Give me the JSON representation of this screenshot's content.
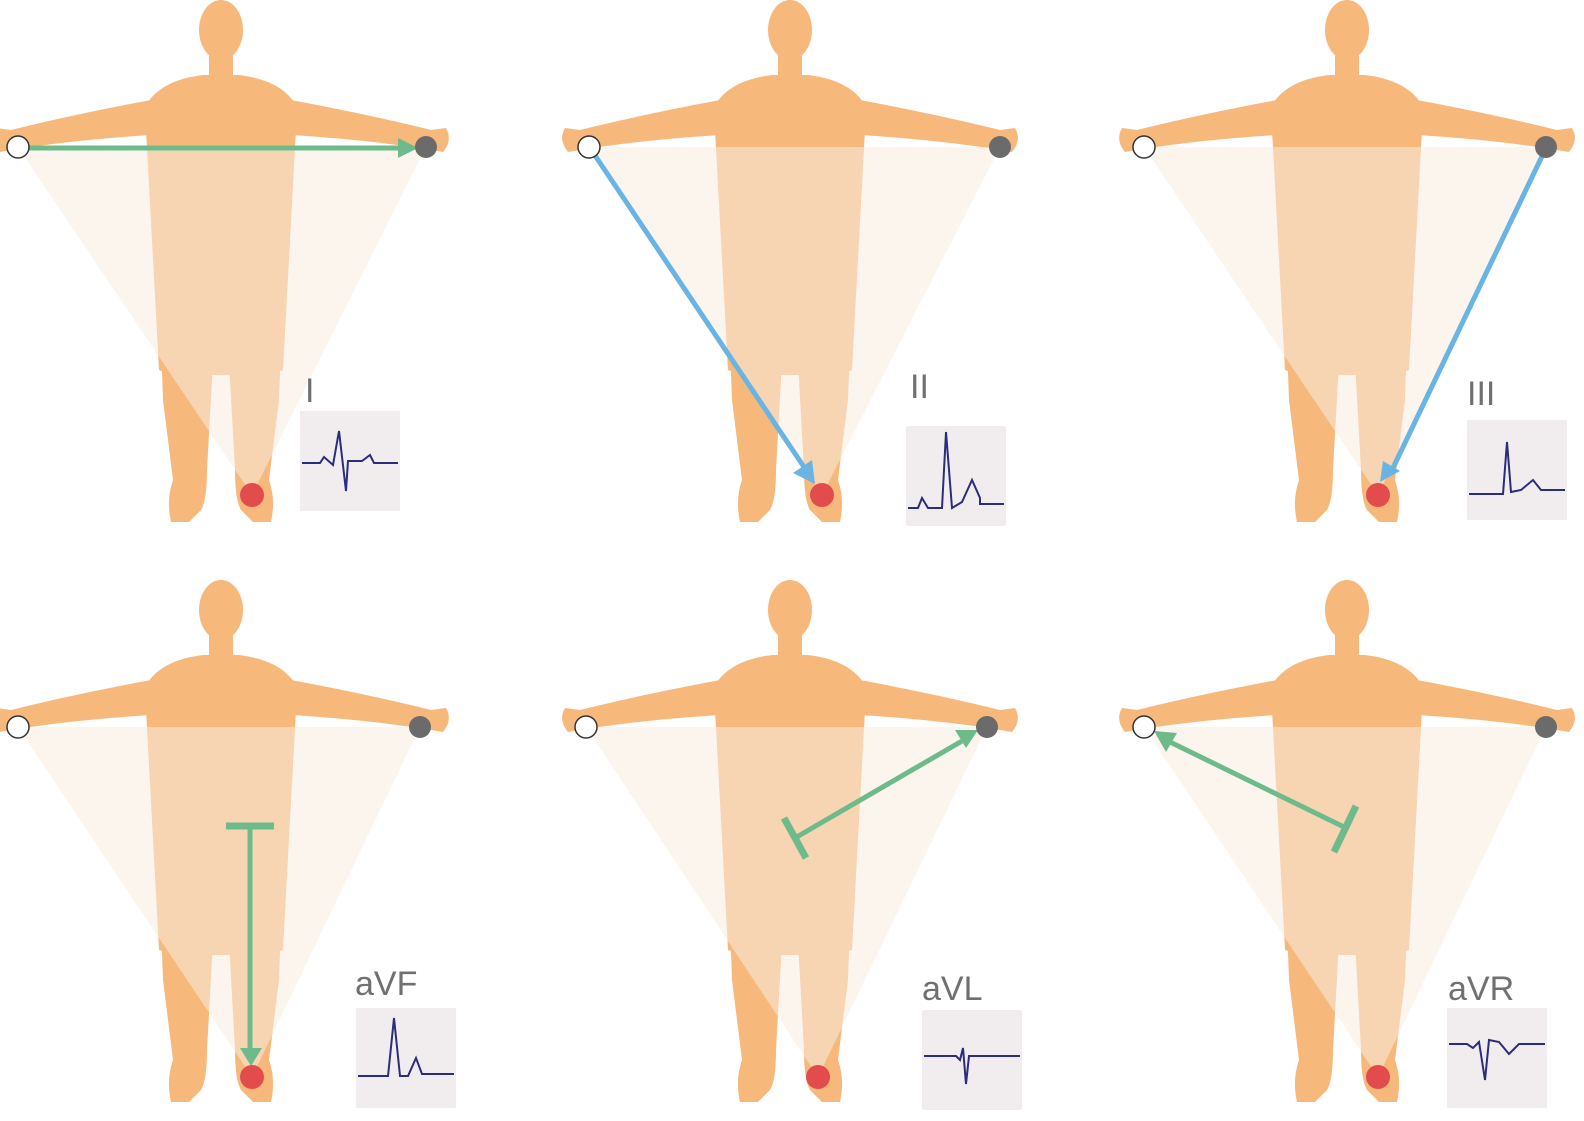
{
  "colors": {
    "body": "#f6b97b",
    "body_overlap": "#f0a460",
    "triangle": "#f7ece0",
    "lead_arrow_bipolar": "#6dbb8a",
    "lead_arrow_limb_diag": "#6ab4e4",
    "electrode_right_arm": "#ffffff",
    "electrode_left_arm": "#6b6b6b",
    "electrode_left_leg": "#e24c4c",
    "ecg_trace": "#2c2c7c",
    "ecg_background": "#f1edef",
    "label": "#707070"
  },
  "leads": [
    {
      "label": "I",
      "arrow_color": "green",
      "arrow_type": "arrow-right",
      "waveform": "biphasic"
    },
    {
      "label": "II",
      "arrow_color": "blue",
      "arrow_type": "arrow-down-right",
      "waveform": "tall-positive"
    },
    {
      "label": "III",
      "arrow_color": "blue",
      "arrow_type": "arrow-down-left",
      "waveform": "positive"
    },
    {
      "label": "aVF",
      "arrow_color": "green",
      "arrow_type": "augmented-down",
      "waveform": "positive"
    },
    {
      "label": "aVL",
      "arrow_color": "green",
      "arrow_type": "augmented-up-right",
      "waveform": "small-negative"
    },
    {
      "label": "aVR",
      "arrow_color": "green",
      "arrow_type": "augmented-up-left",
      "waveform": "negative"
    }
  ]
}
